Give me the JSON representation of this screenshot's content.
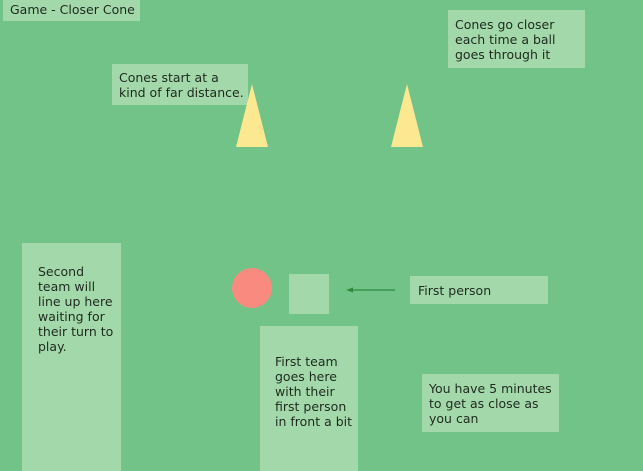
{
  "title": "Game - Closer Cone",
  "notes": {
    "cones_start": "Cones start at a kind of far distance.",
    "cones_closer": "Cones go closer each time a ball goes through it",
    "second_team": "Second team will line up here waiting for their turn to play.",
    "first_team": "First team goes here with their first person in front a bit",
    "first_person": "First person",
    "five_minutes": "You have 5 minutes to get as close as you can"
  },
  "colors": {
    "background": "#71c387",
    "sticky_note": "#a3d9aa",
    "cone": "#fde892",
    "ball": "#f98a80",
    "arrow": "#2e8b3e"
  }
}
